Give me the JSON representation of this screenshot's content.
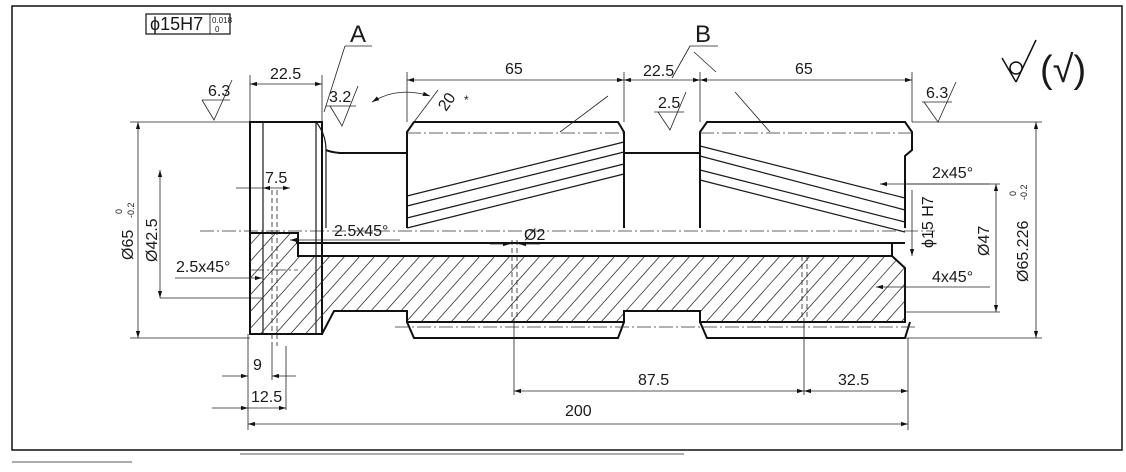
{
  "tolerance_box": {
    "symbol": "ϕ15H7",
    "upper": "0.018",
    "lower": "0"
  },
  "section_labels": {
    "a": "A",
    "b": "B"
  },
  "roughness": {
    "left_face": "6.3",
    "shoulder": "3.2",
    "mid_groove": "2.5",
    "right_face": "6.3",
    "general": "(√)"
  },
  "helix_angle": "20",
  "dimensions": {
    "top_left_width": "22.5",
    "left_gear_width": "65",
    "mid_width": "22.5",
    "right_gear_width": "65",
    "neck_width": "7.5",
    "chamfer_inner_left": "2.5x45°",
    "chamfer_outer_left": "2.5x45°",
    "hole_dia": "Ø2",
    "chamfer_top_right": "2x45°",
    "chamfer_bottom_right": "4x45°",
    "bore": "ϕ15 H7",
    "dia_47": "Ø47",
    "dia_65_226": "Ø65.226",
    "dia_65_226_tol_upper": "0",
    "dia_65_226_tol_lower": "-0.2",
    "dia_65": "Ø65",
    "dia_65_tol_upper": "0",
    "dia_65_tol_lower": "-0.2",
    "dia_42_5": "Ø42.5",
    "bottom_9": "9",
    "bottom_12_5": "12.5",
    "bottom_87_5": "87.5",
    "bottom_32_5": "32.5",
    "overall_length": "200"
  }
}
